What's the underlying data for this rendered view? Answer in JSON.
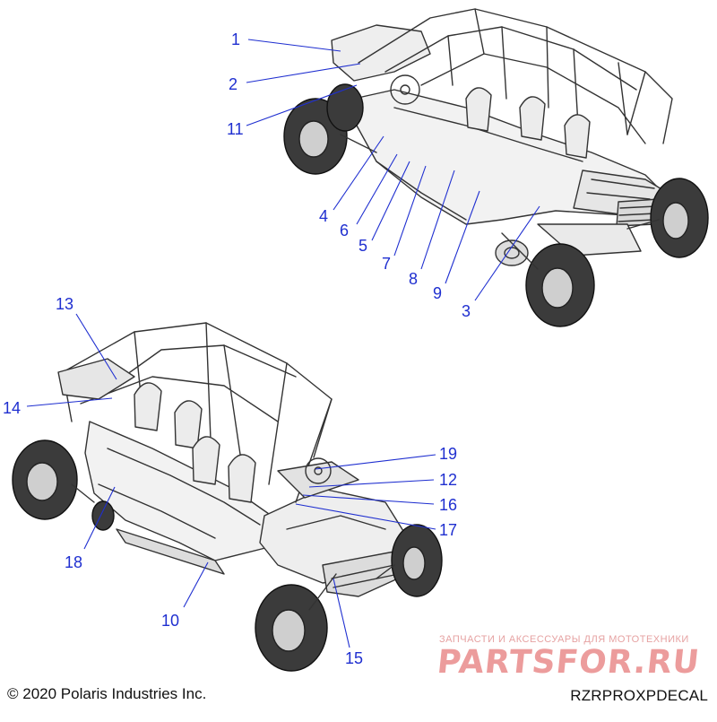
{
  "colors": {
    "callout": "#1f2fd0",
    "leader": "#1f2fd0",
    "line_art": "#333333",
    "body_fill": "#f2f2f2",
    "watermark": "#ec9c9c"
  },
  "callouts": [
    {
      "label": "1"
    },
    {
      "label": "2"
    },
    {
      "label": "11"
    },
    {
      "label": "4"
    },
    {
      "label": "6"
    },
    {
      "label": "5"
    },
    {
      "label": "7"
    },
    {
      "label": "8"
    },
    {
      "label": "9"
    },
    {
      "label": "3"
    },
    {
      "label": "13"
    },
    {
      "label": "14"
    },
    {
      "label": "19"
    },
    {
      "label": "12"
    },
    {
      "label": "16"
    },
    {
      "label": "17"
    },
    {
      "label": "18"
    },
    {
      "label": "10"
    },
    {
      "label": "15"
    }
  ],
  "footer": {
    "copyright": "© 2020 Polaris Industries Inc.",
    "diagram_code": "RZRPROXPDECAL"
  },
  "watermark": {
    "tagline": "ЗАПЧАСТИ И АКСЕССУАРЫ ДЛЯ МОТОТЕХНИКИ",
    "brand": "PARTSFOR.RU"
  }
}
